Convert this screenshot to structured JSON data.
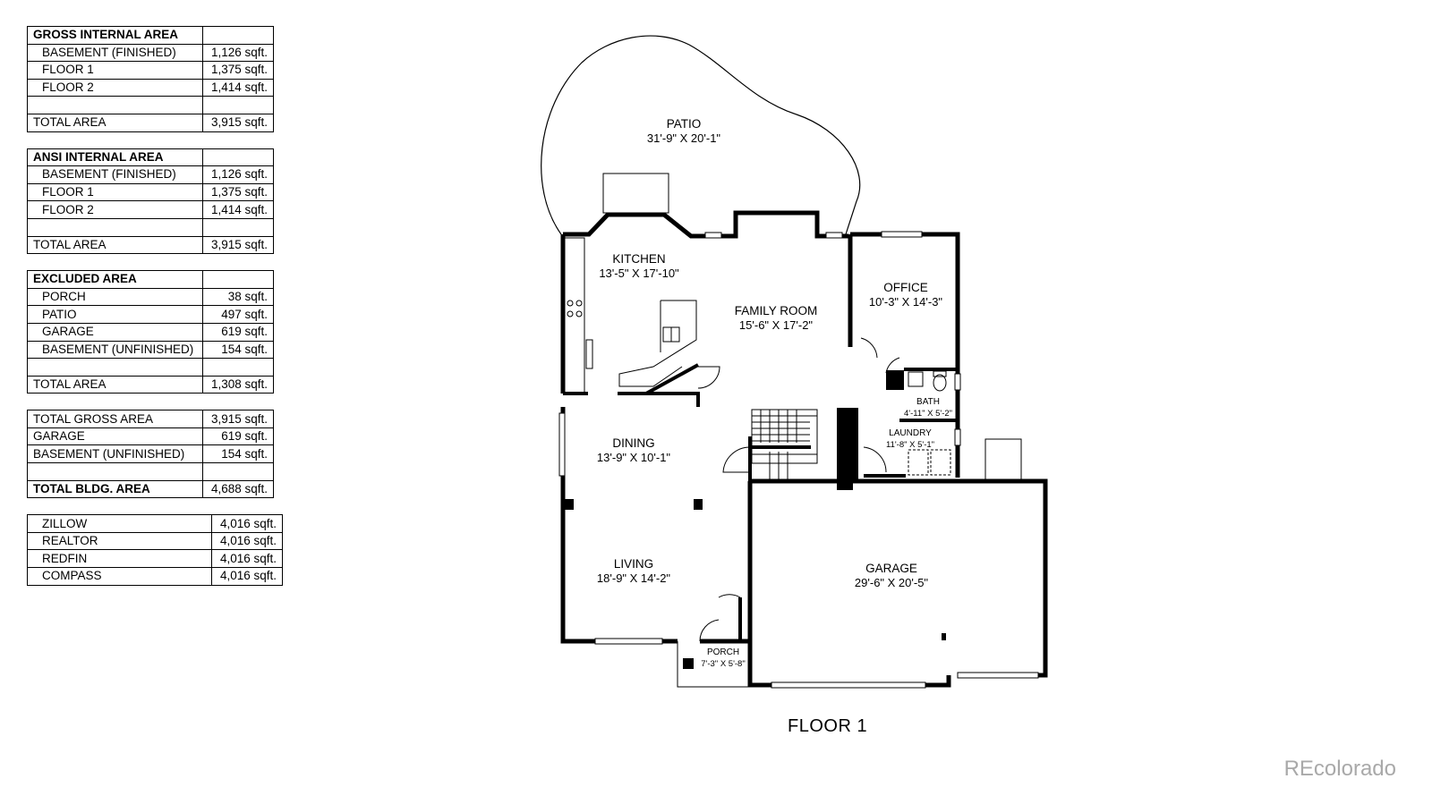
{
  "tables": {
    "gross": {
      "title": "GROSS INTERNAL AREA",
      "rows": [
        {
          "label": "BASEMENT (FINISHED)",
          "value": "1,126 sqft."
        },
        {
          "label": "FLOOR 1",
          "value": "1,375 sqft."
        },
        {
          "label": "FLOOR 2",
          "value": "1,414 sqft."
        }
      ],
      "total_label": "TOTAL AREA",
      "total_value": "3,915 sqft."
    },
    "ansi": {
      "title": "ANSI INTERNAL AREA",
      "rows": [
        {
          "label": "BASEMENT (FINISHED)",
          "value": "1,126 sqft."
        },
        {
          "label": "FLOOR 1",
          "value": "1,375 sqft."
        },
        {
          "label": "FLOOR 2",
          "value": "1,414 sqft."
        }
      ],
      "total_label": "TOTAL AREA",
      "total_value": "3,915 sqft."
    },
    "excluded": {
      "title": "EXCLUDED AREA",
      "rows": [
        {
          "label": "PORCH",
          "value": "38 sqft."
        },
        {
          "label": "PATIO",
          "value": "497 sqft."
        },
        {
          "label": "GARAGE",
          "value": "619 sqft."
        },
        {
          "label": "BASEMENT (UNFINISHED)",
          "value": "154 sqft."
        }
      ],
      "total_label": "TOTAL AREA",
      "total_value": "1,308 sqft."
    },
    "summary": {
      "rows": [
        {
          "label": "TOTAL GROSS AREA",
          "value": "3,915 sqft."
        },
        {
          "label": "GARAGE",
          "value": "619 sqft."
        },
        {
          "label": "BASEMENT (UNFINISHED)",
          "value": "154 sqft."
        }
      ],
      "total_label": "TOTAL BLDG. AREA",
      "total_value": "4,688 sqft."
    },
    "listings": {
      "rows": [
        {
          "label": "ZILLOW",
          "value": "4,016 sqft."
        },
        {
          "label": "REALTOR",
          "value": "4,016 sqft."
        },
        {
          "label": "REDFIN",
          "value": "4,016 sqft."
        },
        {
          "label": "COMPASS",
          "value": "4,016 sqft."
        }
      ]
    }
  },
  "rooms": {
    "patio": {
      "name": "PATIO",
      "dims": "31'-9\" X 20'-1\""
    },
    "kitchen": {
      "name": "KITCHEN",
      "dims": "13'-5\" X 17'-10\""
    },
    "family_room": {
      "name": "FAMILY ROOM",
      "dims": "15'-6\" X 17'-2\""
    },
    "office": {
      "name": "OFFICE",
      "dims": "10'-3\" X 14'-3\""
    },
    "bath": {
      "name": "BATH",
      "dims": "4'-11\" X 5'-2\""
    },
    "laundry": {
      "name": "LAUNDRY",
      "dims": "11'-8\" X 5'-1\""
    },
    "dining": {
      "name": "DINING",
      "dims": "13'-9\" X 10'-1\""
    },
    "living": {
      "name": "LIVING",
      "dims": "18'-9\" X 14'-2\""
    },
    "garage": {
      "name": "GARAGE",
      "dims": "29'-6\" X 20'-5\""
    },
    "porch": {
      "name": "PORCH",
      "dims": "7'-3\" X 5'-8\""
    }
  },
  "floor_label": "FLOOR 1",
  "watermark": "REcolorado",
  "colors": {
    "wall": "#000000",
    "background": "#ffffff",
    "watermark": "#a9a9a9"
  }
}
